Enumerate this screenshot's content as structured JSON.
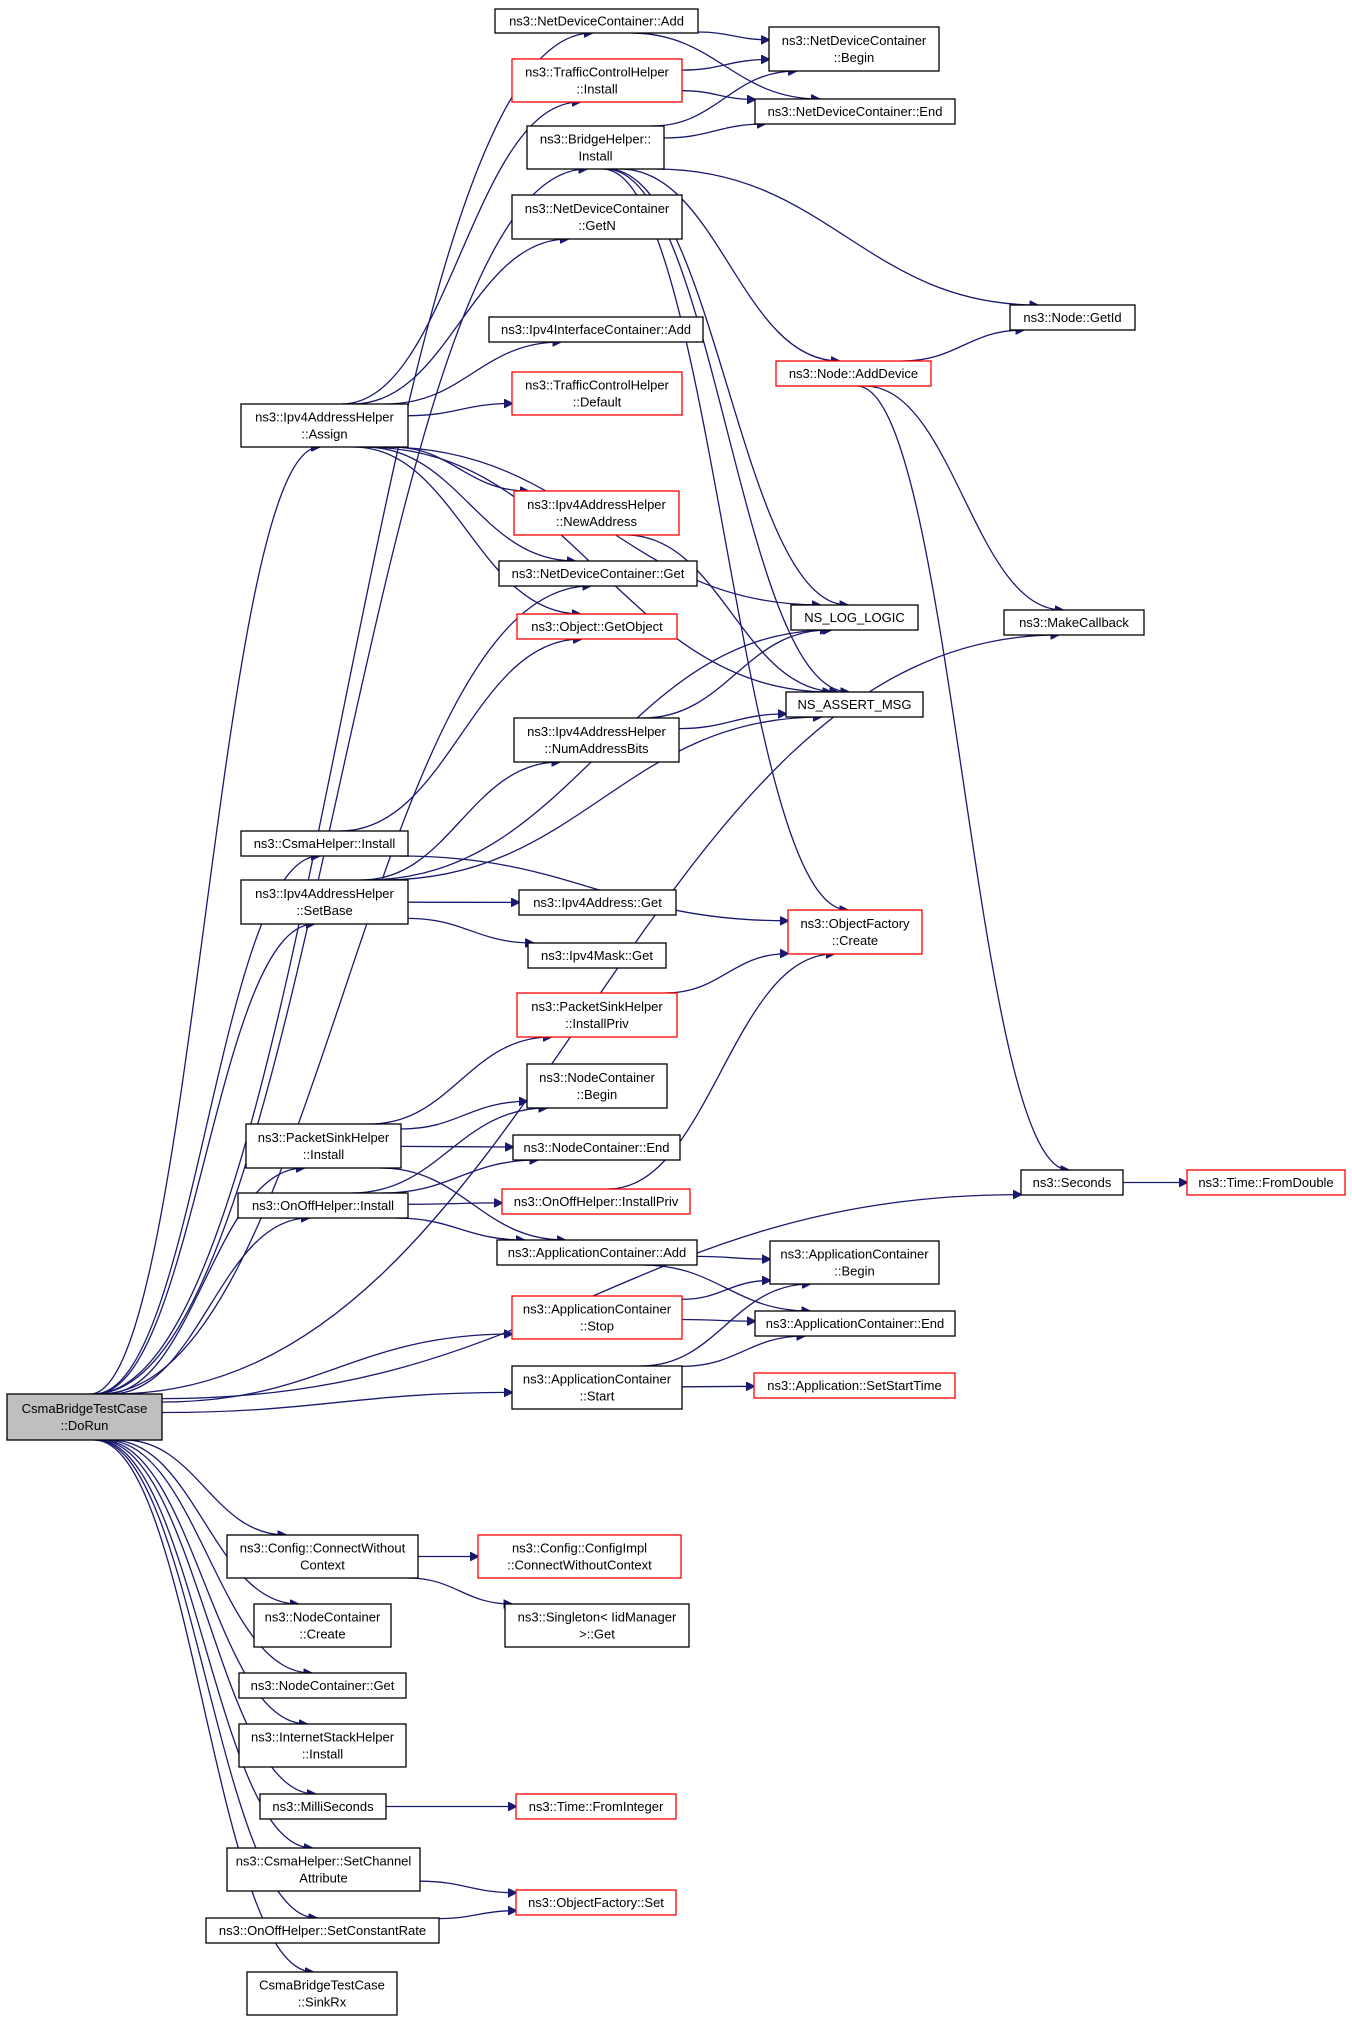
{
  "colors": {
    "edge": "#191970",
    "border_normal": "#000000",
    "border_truncated": "#ff0000",
    "root_fill": "#bfbfbf"
  },
  "nodes": [
    {
      "id": "root",
      "lines": [
        "CsmaBridgeTestCase",
        "::DoRun"
      ],
      "style": "root"
    },
    {
      "id": "ndc_add",
      "lines": [
        "ns3::NetDeviceContainer::Add"
      ],
      "style": "normal"
    },
    {
      "id": "tch_install",
      "lines": [
        "ns3::TrafficControlHelper",
        "::Install"
      ],
      "style": "red"
    },
    {
      "id": "ndc_begin",
      "lines": [
        "ns3::NetDeviceContainer",
        "::Begin"
      ],
      "style": "normal"
    },
    {
      "id": "ndc_end",
      "lines": [
        "ns3::NetDeviceContainer::End"
      ],
      "style": "normal"
    },
    {
      "id": "bridge_install",
      "lines": [
        "ns3::BridgeHelper::",
        "Install"
      ],
      "style": "normal"
    },
    {
      "id": "ndc_getn",
      "lines": [
        "ns3::NetDeviceContainer",
        "::GetN"
      ],
      "style": "normal"
    },
    {
      "id": "node_getid",
      "lines": [
        "ns3::Node::GetId"
      ],
      "style": "normal"
    },
    {
      "id": "iic_add",
      "lines": [
        "ns3::Ipv4InterfaceContainer::Add"
      ],
      "style": "normal"
    },
    {
      "id": "node_adddevice",
      "lines": [
        "ns3::Node::AddDevice"
      ],
      "style": "red"
    },
    {
      "id": "tch_default",
      "lines": [
        "ns3::TrafficControlHelper",
        "::Default"
      ],
      "style": "red"
    },
    {
      "id": "iah_assign",
      "lines": [
        "ns3::Ipv4AddressHelper",
        "::Assign"
      ],
      "style": "normal"
    },
    {
      "id": "iah_newaddress",
      "lines": [
        "ns3::Ipv4AddressHelper",
        "::NewAddress"
      ],
      "style": "red"
    },
    {
      "id": "ndc_get",
      "lines": [
        "ns3::NetDeviceContainer::Get"
      ],
      "style": "normal"
    },
    {
      "id": "ns_log_logic",
      "lines": [
        "NS_LOG_LOGIC"
      ],
      "style": "normal"
    },
    {
      "id": "make_callback",
      "lines": [
        "ns3::MakeCallback"
      ],
      "style": "normal"
    },
    {
      "id": "object_getobject",
      "lines": [
        "ns3::Object::GetObject"
      ],
      "style": "red"
    },
    {
      "id": "ns_assert_msg",
      "lines": [
        "NS_ASSERT_MSG"
      ],
      "style": "normal"
    },
    {
      "id": "iah_numaddressbits",
      "lines": [
        "ns3::Ipv4AddressHelper",
        "::NumAddressBits"
      ],
      "style": "normal"
    },
    {
      "id": "csma_install",
      "lines": [
        "ns3::CsmaHelper::Install"
      ],
      "style": "normal"
    },
    {
      "id": "iah_setbase",
      "lines": [
        "ns3::Ipv4AddressHelper",
        "::SetBase"
      ],
      "style": "normal"
    },
    {
      "id": "ipv4address_get",
      "lines": [
        "ns3::Ipv4Address::Get"
      ],
      "style": "normal"
    },
    {
      "id": "objectfactory_create",
      "lines": [
        "ns3::ObjectFactory",
        "::Create"
      ],
      "style": "red"
    },
    {
      "id": "ipv4mask_get",
      "lines": [
        "ns3::Ipv4Mask::Get"
      ],
      "style": "normal"
    },
    {
      "id": "psh_installpriv",
      "lines": [
        "ns3::PacketSinkHelper",
        "::InstallPriv"
      ],
      "style": "red"
    },
    {
      "id": "nc_begin",
      "lines": [
        "ns3::NodeContainer",
        "::Begin"
      ],
      "style": "normal"
    },
    {
      "id": "psh_install",
      "lines": [
        "ns3::PacketSinkHelper",
        "::Install"
      ],
      "style": "normal"
    },
    {
      "id": "nc_end",
      "lines": [
        "ns3::NodeContainer::End"
      ],
      "style": "normal"
    },
    {
      "id": "seconds",
      "lines": [
        "ns3::Seconds"
      ],
      "style": "normal"
    },
    {
      "id": "time_fromdouble",
      "lines": [
        "ns3::Time::FromDouble"
      ],
      "style": "red"
    },
    {
      "id": "onoff_install",
      "lines": [
        "ns3::OnOffHelper::Install"
      ],
      "style": "normal"
    },
    {
      "id": "onoff_installpriv",
      "lines": [
        "ns3::OnOffHelper::InstallPriv"
      ],
      "style": "red"
    },
    {
      "id": "ac_add",
      "lines": [
        "ns3::ApplicationContainer::Add"
      ],
      "style": "normal"
    },
    {
      "id": "ac_begin",
      "lines": [
        "ns3::ApplicationContainer",
        "::Begin"
      ],
      "style": "normal"
    },
    {
      "id": "ac_stop",
      "lines": [
        "ns3::ApplicationContainer",
        "::Stop"
      ],
      "style": "red"
    },
    {
      "id": "ac_end",
      "lines": [
        "ns3::ApplicationContainer::End"
      ],
      "style": "normal"
    },
    {
      "id": "ac_start",
      "lines": [
        "ns3::ApplicationContainer",
        "::Start"
      ],
      "style": "normal"
    },
    {
      "id": "app_setstarttime",
      "lines": [
        "ns3::Application::SetStartTime"
      ],
      "style": "red"
    },
    {
      "id": "config_connect",
      "lines": [
        "ns3::Config::ConnectWithout",
        "Context"
      ],
      "style": "normal"
    },
    {
      "id": "configimpl_connect",
      "lines": [
        "ns3::Config::ConfigImpl",
        "::ConnectWithoutContext"
      ],
      "style": "red"
    },
    {
      "id": "singleton_get",
      "lines": [
        "ns3::Singleton< IidManager",
        ">::Get"
      ],
      "style": "normal"
    },
    {
      "id": "nc_create",
      "lines": [
        "ns3::NodeContainer",
        "::Create"
      ],
      "style": "normal"
    },
    {
      "id": "nc_get",
      "lines": [
        "ns3::NodeContainer::Get"
      ],
      "style": "normal"
    },
    {
      "id": "ish_install",
      "lines": [
        "ns3::InternetStackHelper",
        "::Install"
      ],
      "style": "normal"
    },
    {
      "id": "milliseconds",
      "lines": [
        "ns3::MilliSeconds"
      ],
      "style": "normal"
    },
    {
      "id": "time_frominteger",
      "lines": [
        "ns3::Time::FromInteger"
      ],
      "style": "red"
    },
    {
      "id": "csma_setchannelattr",
      "lines": [
        "ns3::CsmaHelper::SetChannel",
        "Attribute"
      ],
      "style": "normal"
    },
    {
      "id": "objectfactory_set",
      "lines": [
        "ns3::ObjectFactory::Set"
      ],
      "style": "red"
    },
    {
      "id": "onoff_setconstantrate",
      "lines": [
        "ns3::OnOffHelper::SetConstantRate"
      ],
      "style": "normal"
    },
    {
      "id": "sinkrx",
      "lines": [
        "CsmaBridgeTestCase",
        "::SinkRx"
      ],
      "style": "normal"
    }
  ],
  "edges": [
    [
      "root",
      "ndc_add"
    ],
    [
      "root",
      "bridge_install"
    ],
    [
      "root",
      "iah_assign"
    ],
    [
      "root",
      "ndc_get"
    ],
    [
      "root",
      "csma_install"
    ],
    [
      "root",
      "iah_setbase"
    ],
    [
      "root",
      "psh_install"
    ],
    [
      "root",
      "onoff_install"
    ],
    [
      "root",
      "ac_stop"
    ],
    [
      "root",
      "ac_start"
    ],
    [
      "root",
      "make_callback"
    ],
    [
      "root",
      "seconds"
    ],
    [
      "root",
      "config_connect"
    ],
    [
      "root",
      "nc_create"
    ],
    [
      "root",
      "nc_get"
    ],
    [
      "root",
      "ish_install"
    ],
    [
      "root",
      "milliseconds"
    ],
    [
      "root",
      "csma_setchannelattr"
    ],
    [
      "root",
      "onoff_setconstantrate"
    ],
    [
      "root",
      "sinkrx"
    ],
    [
      "ndc_add",
      "ndc_begin"
    ],
    [
      "ndc_add",
      "ndc_end"
    ],
    [
      "tch_install",
      "ndc_begin"
    ],
    [
      "tch_install",
      "ndc_end"
    ],
    [
      "bridge_install",
      "ndc_begin"
    ],
    [
      "bridge_install",
      "ndc_end"
    ],
    [
      "bridge_install",
      "node_getid"
    ],
    [
      "bridge_install",
      "node_adddevice"
    ],
    [
      "bridge_install",
      "ns_log_logic"
    ],
    [
      "bridge_install",
      "ns_assert_msg"
    ],
    [
      "bridge_install",
      "objectfactory_create"
    ],
    [
      "node_adddevice",
      "node_getid"
    ],
    [
      "node_adddevice",
      "make_callback"
    ],
    [
      "node_adddevice",
      "seconds"
    ],
    [
      "iah_assign",
      "tch_install"
    ],
    [
      "iah_assign",
      "ndc_getn"
    ],
    [
      "iah_assign",
      "iic_add"
    ],
    [
      "iah_assign",
      "tch_default"
    ],
    [
      "iah_assign",
      "iah_newaddress"
    ],
    [
      "iah_assign",
      "ndc_get"
    ],
    [
      "iah_assign",
      "object_getobject"
    ],
    [
      "iah_assign",
      "ns_log_logic"
    ],
    [
      "iah_assign",
      "ns_assert_msg"
    ],
    [
      "iah_newaddress",
      "ns_assert_msg"
    ],
    [
      "csma_install",
      "object_getobject"
    ],
    [
      "csma_install",
      "objectfactory_create"
    ],
    [
      "iah_setbase",
      "ns_log_logic"
    ],
    [
      "iah_setbase",
      "iah_numaddressbits"
    ],
    [
      "iah_setbase",
      "ns_assert_msg"
    ],
    [
      "iah_setbase",
      "ipv4address_get"
    ],
    [
      "iah_setbase",
      "ipv4mask_get"
    ],
    [
      "iah_numaddressbits",
      "ns_log_logic"
    ],
    [
      "iah_numaddressbits",
      "ns_assert_msg"
    ],
    [
      "psh_installpriv",
      "objectfactory_create"
    ],
    [
      "psh_install",
      "psh_installpriv"
    ],
    [
      "psh_install",
      "nc_begin"
    ],
    [
      "psh_install",
      "nc_end"
    ],
    [
      "psh_install",
      "ac_add"
    ],
    [
      "onoff_install",
      "nc_begin"
    ],
    [
      "onoff_install",
      "nc_end"
    ],
    [
      "onoff_install",
      "onoff_installpriv"
    ],
    [
      "onoff_install",
      "ac_add"
    ],
    [
      "onoff_installpriv",
      "objectfactory_create"
    ],
    [
      "seconds",
      "time_fromdouble"
    ],
    [
      "ac_add",
      "ac_begin"
    ],
    [
      "ac_add",
      "ac_end"
    ],
    [
      "ac_stop",
      "ac_begin"
    ],
    [
      "ac_stop",
      "ac_end"
    ],
    [
      "ac_start",
      "ac_begin"
    ],
    [
      "ac_start",
      "ac_end"
    ],
    [
      "ac_start",
      "app_setstarttime"
    ],
    [
      "config_connect",
      "configimpl_connect"
    ],
    [
      "config_connect",
      "singleton_get"
    ],
    [
      "milliseconds",
      "time_frominteger"
    ],
    [
      "csma_setchannelattr",
      "objectfactory_set"
    ],
    [
      "onoff_setconstantrate",
      "objectfactory_set"
    ]
  ]
}
